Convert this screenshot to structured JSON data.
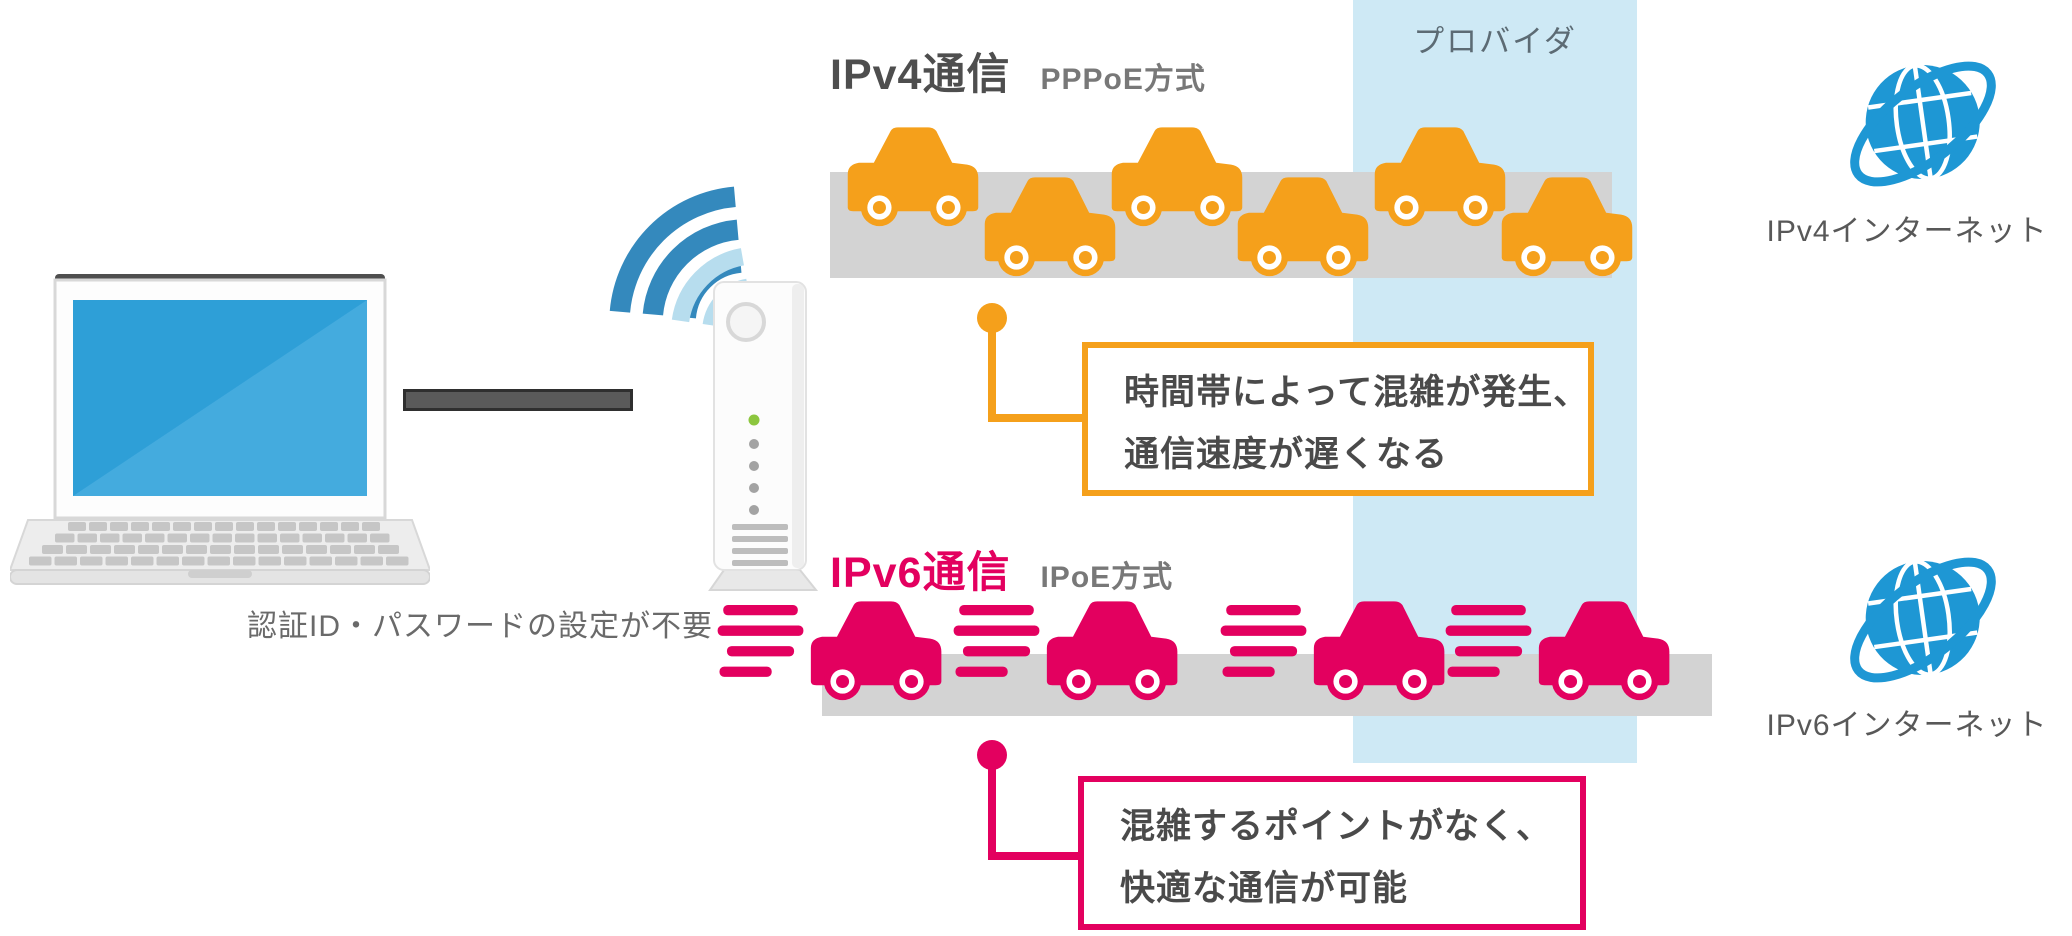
{
  "provider": {
    "label": "プロバイダ"
  },
  "client": {
    "note": "認証ID・パスワードの設定が不要"
  },
  "ipv4": {
    "title": "IPv4通信",
    "method": "PPPoE方式",
    "car_count": 6,
    "car_color": "#F5A01B",
    "callout": {
      "line1": "時間帯によって混雑が発生、",
      "line2": "通信速度が遅くなる"
    },
    "internet_label": "IPv4インターネット"
  },
  "ipv6": {
    "title": "IPv6通信",
    "method": "IPoE方式",
    "car_count": 4,
    "car_color": "#E3005F",
    "callout": {
      "line1": "混雑するポイントがなく、",
      "line2": "快適な通信が可能"
    },
    "internet_label": "IPv6インターネット"
  },
  "colors": {
    "ipv4_accent": "#F5A01B",
    "ipv6_accent": "#E3005F",
    "provider_band": "#CEE9F5",
    "road": "#D3D3D3",
    "globe_blue": "#1E97D4",
    "wifi_dark": "#3489BD",
    "wifi_light": "#B7DDEE",
    "screen_blue": "#2E9FD7"
  }
}
